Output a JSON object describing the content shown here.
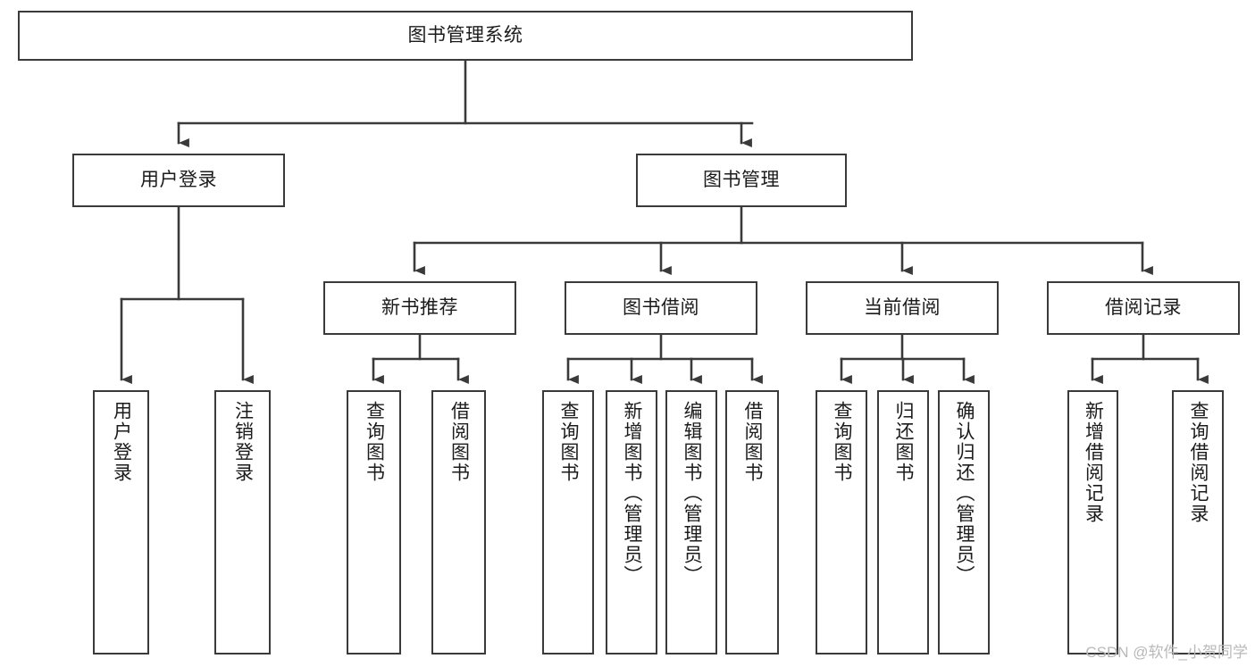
{
  "diagram": {
    "type": "tree-hierarchy",
    "title": "图书管理系统",
    "watermark": "CSDN @软件_小贺同学",
    "colors": {
      "box_border": "#3a3a3a",
      "box_fill": "#ffffff",
      "edge": "#3a3a3a",
      "text": "#1b1b1b",
      "watermark": "#b9b9b9",
      "background": "#ffffff"
    },
    "nodes": {
      "root": {
        "label": "图书管理系统"
      },
      "level2": [
        {
          "id": "user-login",
          "label": "用户登录"
        },
        {
          "id": "book-manage",
          "label": "图书管理"
        }
      ],
      "level3": [
        {
          "id": "new-book-recommend",
          "label": "新书推荐"
        },
        {
          "id": "book-borrow",
          "label": "图书借阅"
        },
        {
          "id": "current-borrow",
          "label": "当前借阅"
        },
        {
          "id": "borrow-record",
          "label": "借阅记录"
        }
      ],
      "leaves": {
        "user-login": [
          {
            "id": "leaf-user-login",
            "label": "用户登录"
          },
          {
            "id": "leaf-logout-login",
            "label": "注销登录"
          }
        ],
        "new-book-recommend": [
          {
            "id": "leaf-query-book-1",
            "label": "查询图书"
          },
          {
            "id": "leaf-borrow-book-1",
            "label": "借阅图书"
          }
        ],
        "book-borrow": [
          {
            "id": "leaf-query-book-2",
            "label": "查询图书"
          },
          {
            "id": "leaf-add-book",
            "label": "新增图书（管理员）"
          },
          {
            "id": "leaf-edit-book",
            "label": "编辑图书（管理员）"
          },
          {
            "id": "leaf-borrow-book-2",
            "label": "借阅图书"
          }
        ],
        "current-borrow": [
          {
            "id": "leaf-query-book-3",
            "label": "查询图书"
          },
          {
            "id": "leaf-return-book",
            "label": "归还图书"
          },
          {
            "id": "leaf-confirm-return",
            "label": "确认归还（管理员）"
          }
        ],
        "borrow-record": [
          {
            "id": "leaf-add-record",
            "label": "新增借阅记录"
          },
          {
            "id": "leaf-query-record",
            "label": "查询借阅记录"
          }
        ]
      }
    }
  }
}
